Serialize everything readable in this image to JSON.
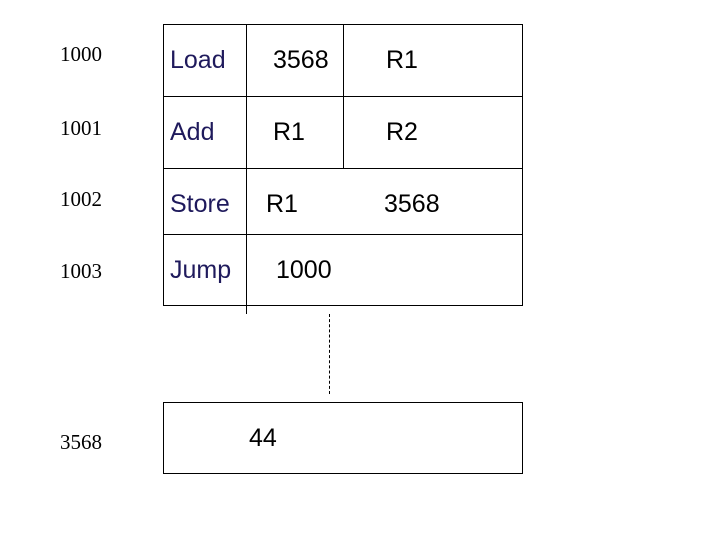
{
  "memory": {
    "rows": [
      {
        "address": "1000",
        "op": "Load",
        "arg1": "3568",
        "arg2": "R1"
      },
      {
        "address": "1001",
        "op": "Add",
        "arg1": "R1",
        "arg2": "R2"
      },
      {
        "address": "1002",
        "op": "Store",
        "arg1": "R1",
        "arg2": "3568"
      },
      {
        "address": "1003",
        "op": "Jump",
        "arg1": "1000",
        "arg2": ""
      }
    ],
    "data_cell": {
      "address": "3568",
      "value": "44"
    }
  }
}
